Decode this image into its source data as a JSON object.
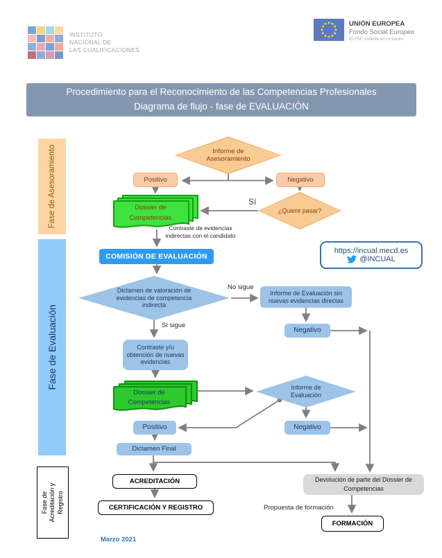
{
  "header": {
    "incual_logo": {
      "grid_colors": [
        "#7FA3D4",
        "#F6D384",
        "#A2D9E8",
        "#F6DC9E",
        "#F2BCB4",
        "#7F9FD0",
        "#F0AFA5",
        "#92A8D8",
        "#8FB0DC",
        "#E8A9B0",
        "#809FD0",
        "#E8AC9C",
        "#BE6E80",
        "#94AAD8",
        "#D99CAC",
        "#7C97C8"
      ],
      "line1": "INSTITUTO",
      "line2": "NACIONAL DE",
      "line3": "LAS CUALIFICACIONES"
    },
    "eu_logo": {
      "title": "UNIÓN EUROPEA",
      "subtitle": "Fondo Social Europeo",
      "tagline": "El FSE invierte en tu futuro",
      "flag_color": "#5B7AC2",
      "star_color": "#FFD617"
    }
  },
  "title_bar": {
    "line1": "Procedimiento para el Reconocimiento de las Competencias Profesionales",
    "line2": "Diagrama de flujo - fase de EVALUACIÓN"
  },
  "phases": {
    "asesoramiento": "Fase de Asesoramiento",
    "evaluacion": "Fase de Evaluación",
    "acreditacion": "Fase de Acreditación y Registro"
  },
  "link_box": {
    "url": "https://incual.mecd.es",
    "handle": "@INCUAL",
    "icon": "twitter-bird-icon",
    "twitter_blue": "#1DA1F2"
  },
  "nodes": {
    "informe_asesoramiento": "Informe de Asesoramiento",
    "positivo1": "Positivo",
    "negativo1": "Negativo",
    "quiere_pasar": "¿Quiere pasar?",
    "dossier1": "Dossier de Competencias",
    "comision": "COMISIÓN DE EVALUACIÓN",
    "dictamen_valoracion": "Dictamen de valoración de evidencias de competencia indirecta",
    "informe_sin_evidencias": "Informe de Evaluación sin nuevas evidencias directas",
    "negativo2": "Negativo",
    "contraste_obtencion": "Contraste y/u obtención de nuevas evidencias",
    "dossier2": "Dossier de Competencias",
    "informe_evaluacion": "Informe de Evaluación",
    "negativo3": "Negativo",
    "positivo2": "Positivo",
    "dictamen_final": "Dictamen Final",
    "acreditacion": "ACREDITACIÓN",
    "certificacion": "CERTIFICACIÓN Y REGISTRO",
    "devolucion": "Devolución de parte del Dossier de Competencias",
    "formacion": "FORMACIÓN"
  },
  "edge_labels": {
    "si": "Sí",
    "no_sigue": "No sigue",
    "si_sigue": "Sí sigue",
    "contraste_nota": "Contraste de evidencias indirectas con el candidato",
    "propuesta": "Propuesta de formación"
  },
  "footer": {
    "date": "Marzo 2021"
  },
  "colors": {
    "title_bar": "#8497B0",
    "orange_fill": "#F8CBAD",
    "orange_text": "#843C0C",
    "blue_fill": "#9DC3E6",
    "blue_text": "#1F3864",
    "comision_blue": "#2E9BF0",
    "green_dossier1": "#3FE23F",
    "green_dossier2": "#2EC92E",
    "gray_box": "#D9D9D9",
    "arrow_gray": "#7f7f7f"
  }
}
